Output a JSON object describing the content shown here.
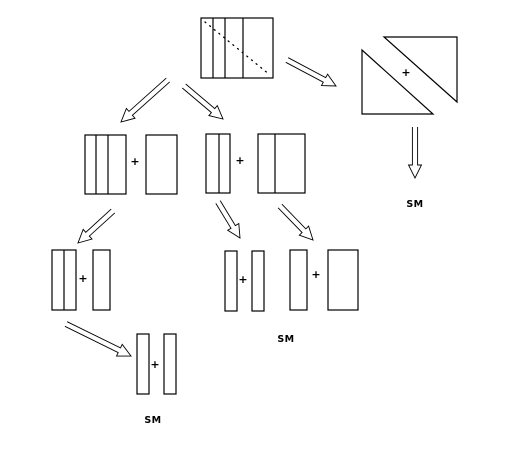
{
  "diagram": {
    "plus_sign": "+",
    "labels": {
      "sm_top_right": "SM",
      "sm_middle": "SM",
      "sm_bottom": "SM"
    }
  }
}
